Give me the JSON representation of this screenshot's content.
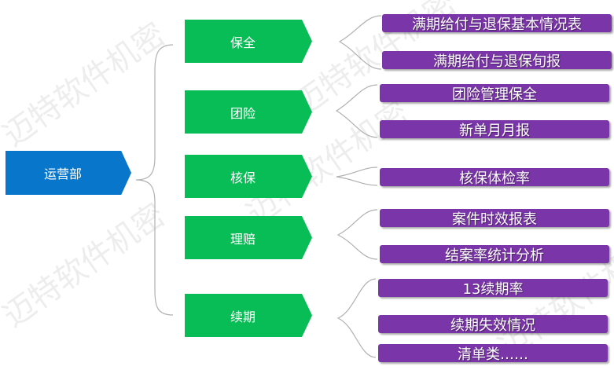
{
  "watermark": "迈特软件机密",
  "root": {
    "label": "运营部",
    "color": "#0776cb"
  },
  "categories": [
    {
      "label": "保全",
      "items": [
        "满期给付与退保基本情况表",
        "满期给付与退保旬报"
      ]
    },
    {
      "label": "团险",
      "items": [
        "团险管理保全",
        "新单月月报"
      ]
    },
    {
      "label": "核保",
      "items": [
        "核保体检率"
      ]
    },
    {
      "label": "理赔",
      "items": [
        "案件时效报表",
        "结案率统计分析"
      ]
    },
    {
      "label": "续期",
      "items": [
        "13续期率",
        "续期失效情况",
        "清单类……"
      ]
    }
  ],
  "colors": {
    "category": "#08bd56",
    "leaf": "#7a35a8",
    "brace": "#b0b0b0"
  }
}
